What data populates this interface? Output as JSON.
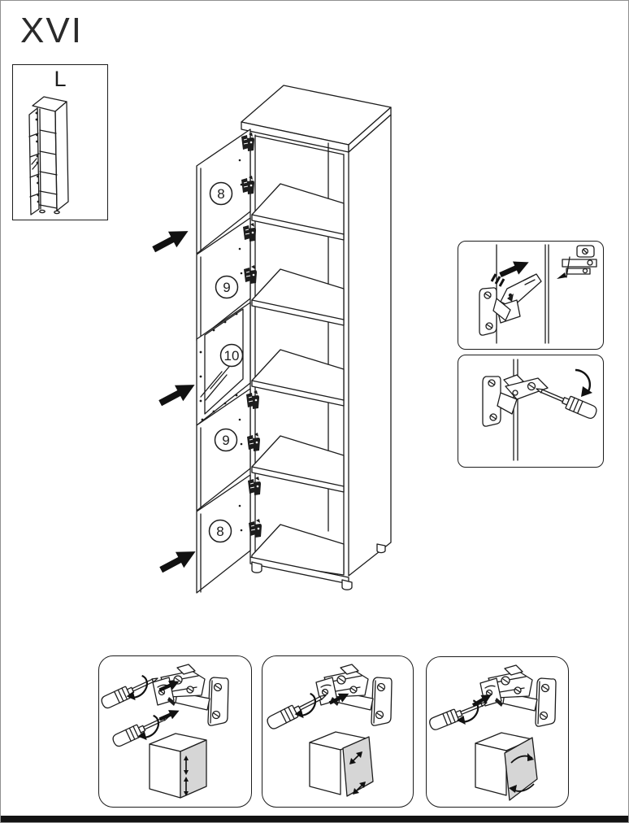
{
  "page": {
    "step_number": "XVI"
  },
  "thumbnail": {
    "label": "L"
  },
  "main_diagram": {
    "part_badges": [
      "8",
      "9",
      "10",
      "9",
      "8"
    ]
  },
  "colors": {
    "line": "#1d1d1d",
    "arrow_black": "#111111",
    "door_shade": "#d6d6d6",
    "page_background": "#ffffff",
    "page_border": "#909090",
    "footer_bar": "#131313"
  }
}
